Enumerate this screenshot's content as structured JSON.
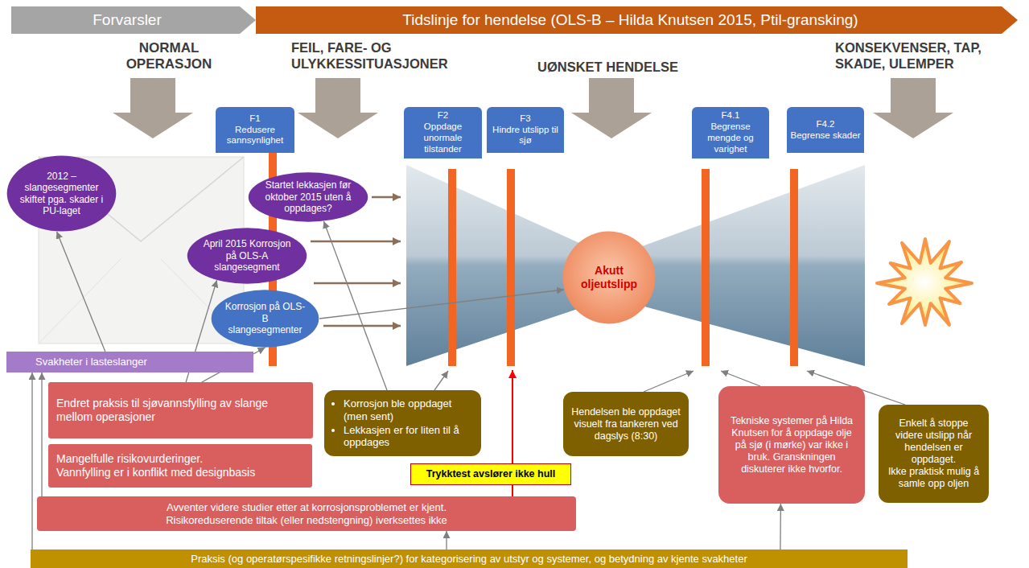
{
  "diagram": {
    "nodes": [
      {
        "text": [
          "Forvarsler"
        ]
      },
      {
        "text": [
          "Tidslinje for hendelse (OLS-B – Hilda Knutsen 2015, Ptil-gransking)"
        ]
      },
      {
        "text": [
          "F1",
          "Redusere sannsynlighet"
        ]
      },
      {
        "text": [
          "F2",
          "Oppdage unormale tilstander"
        ]
      },
      {
        "text": [
          "F3",
          "Hindre utslipp til sjø"
        ]
      },
      {
        "text": [
          "F4.1",
          "Begrense mengde og varighet"
        ]
      },
      {
        "text": [
          "F4.2",
          "Begrense skader"
        ]
      },
      {
        "text": [
          "2012 – slangesegmenter skiftet pga. skader i PU-laget"
        ]
      },
      {
        "text": [
          "Startet lekkasjen før oktober 2015 uten å oppdages?"
        ]
      },
      {
        "text": [
          "April 2015 Korrosjon på OLS-A slangesegment"
        ]
      },
      {
        "text": [
          "Korrosjon på OLS-B slangesegmenter"
        ]
      },
      {
        "text": [
          "Akutt oljeutslipp"
        ]
      },
      {
        "text": [
          "Svakheter i lasteslanger"
        ]
      },
      {
        "text": [
          "Endret praksis til sjøvannsfylling av slange mellom operasjoner"
        ]
      },
      {
        "text": [
          "Mangelfulle risikovurderinger.",
          "Vannfylling er i konflikt med designbasis"
        ]
      },
      {
        "text": [
          "Korrosjon ble oppdaget (men sent)",
          "Lekkasjen er for liten til å oppdages"
        ]
      },
      {
        "text": [
          "Hendelsen ble oppdaget visuelt fra tankeren ved dagslys (8:30)"
        ]
      },
      {
        "text": [
          "Tekniske systemer på Hilda Knutsen for å oppdage olje på sjø (i mørke) var ikke i bruk. Granskningen diskuterer ikke hvorfor."
        ]
      },
      {
        "text": [
          "Enkelt å stoppe videre utslipp når hendelsen er oppdaget.",
          "Ikke praktisk mulig å samle opp oljen"
        ]
      },
      {
        "text": [
          "Trykktest avslører ikke hull"
        ]
      },
      {
        "text": [
          "Avventer videre studier etter at korrosjonsproblemet er kjent.",
          "Risikoreduserende tiltak (eller nedstengning) iverksettes ikke"
        ]
      },
      {
        "text": [
          "Praksis (og operatørspesifikke retningslinjer?) for kategorisering av utstyr og systemer, og betydning av kjente svakheter"
        ]
      }
    ],
    "edges": [
      {
        "from": 12,
        "to": 7,
        "arrow": "to"
      },
      {
        "from": 13,
        "to": 9,
        "arrow": "to"
      },
      {
        "from": 13,
        "to": 10,
        "arrow": "to"
      },
      {
        "from": 15,
        "to": 8,
        "arrow": "to"
      },
      {
        "from": 10,
        "to": 11,
        "arrow": "to"
      },
      {
        "from": 21,
        "to": 20,
        "arrow": "to"
      },
      {
        "from": 21,
        "to": 17,
        "arrow": "to"
      },
      {
        "from": 21,
        "to": 12,
        "arrow": "to"
      },
      {
        "from": 20,
        "to": 12,
        "arrow": "to"
      }
    ],
    "labels": [
      "NORMAL OPERASJON",
      "FEIL, FARE- OG ULYKKESSITUASJONER",
      "UØNSKET HENDELSE",
      "KONSEKVENSER, TAP, SKADE, ULEMPER"
    ]
  }
}
